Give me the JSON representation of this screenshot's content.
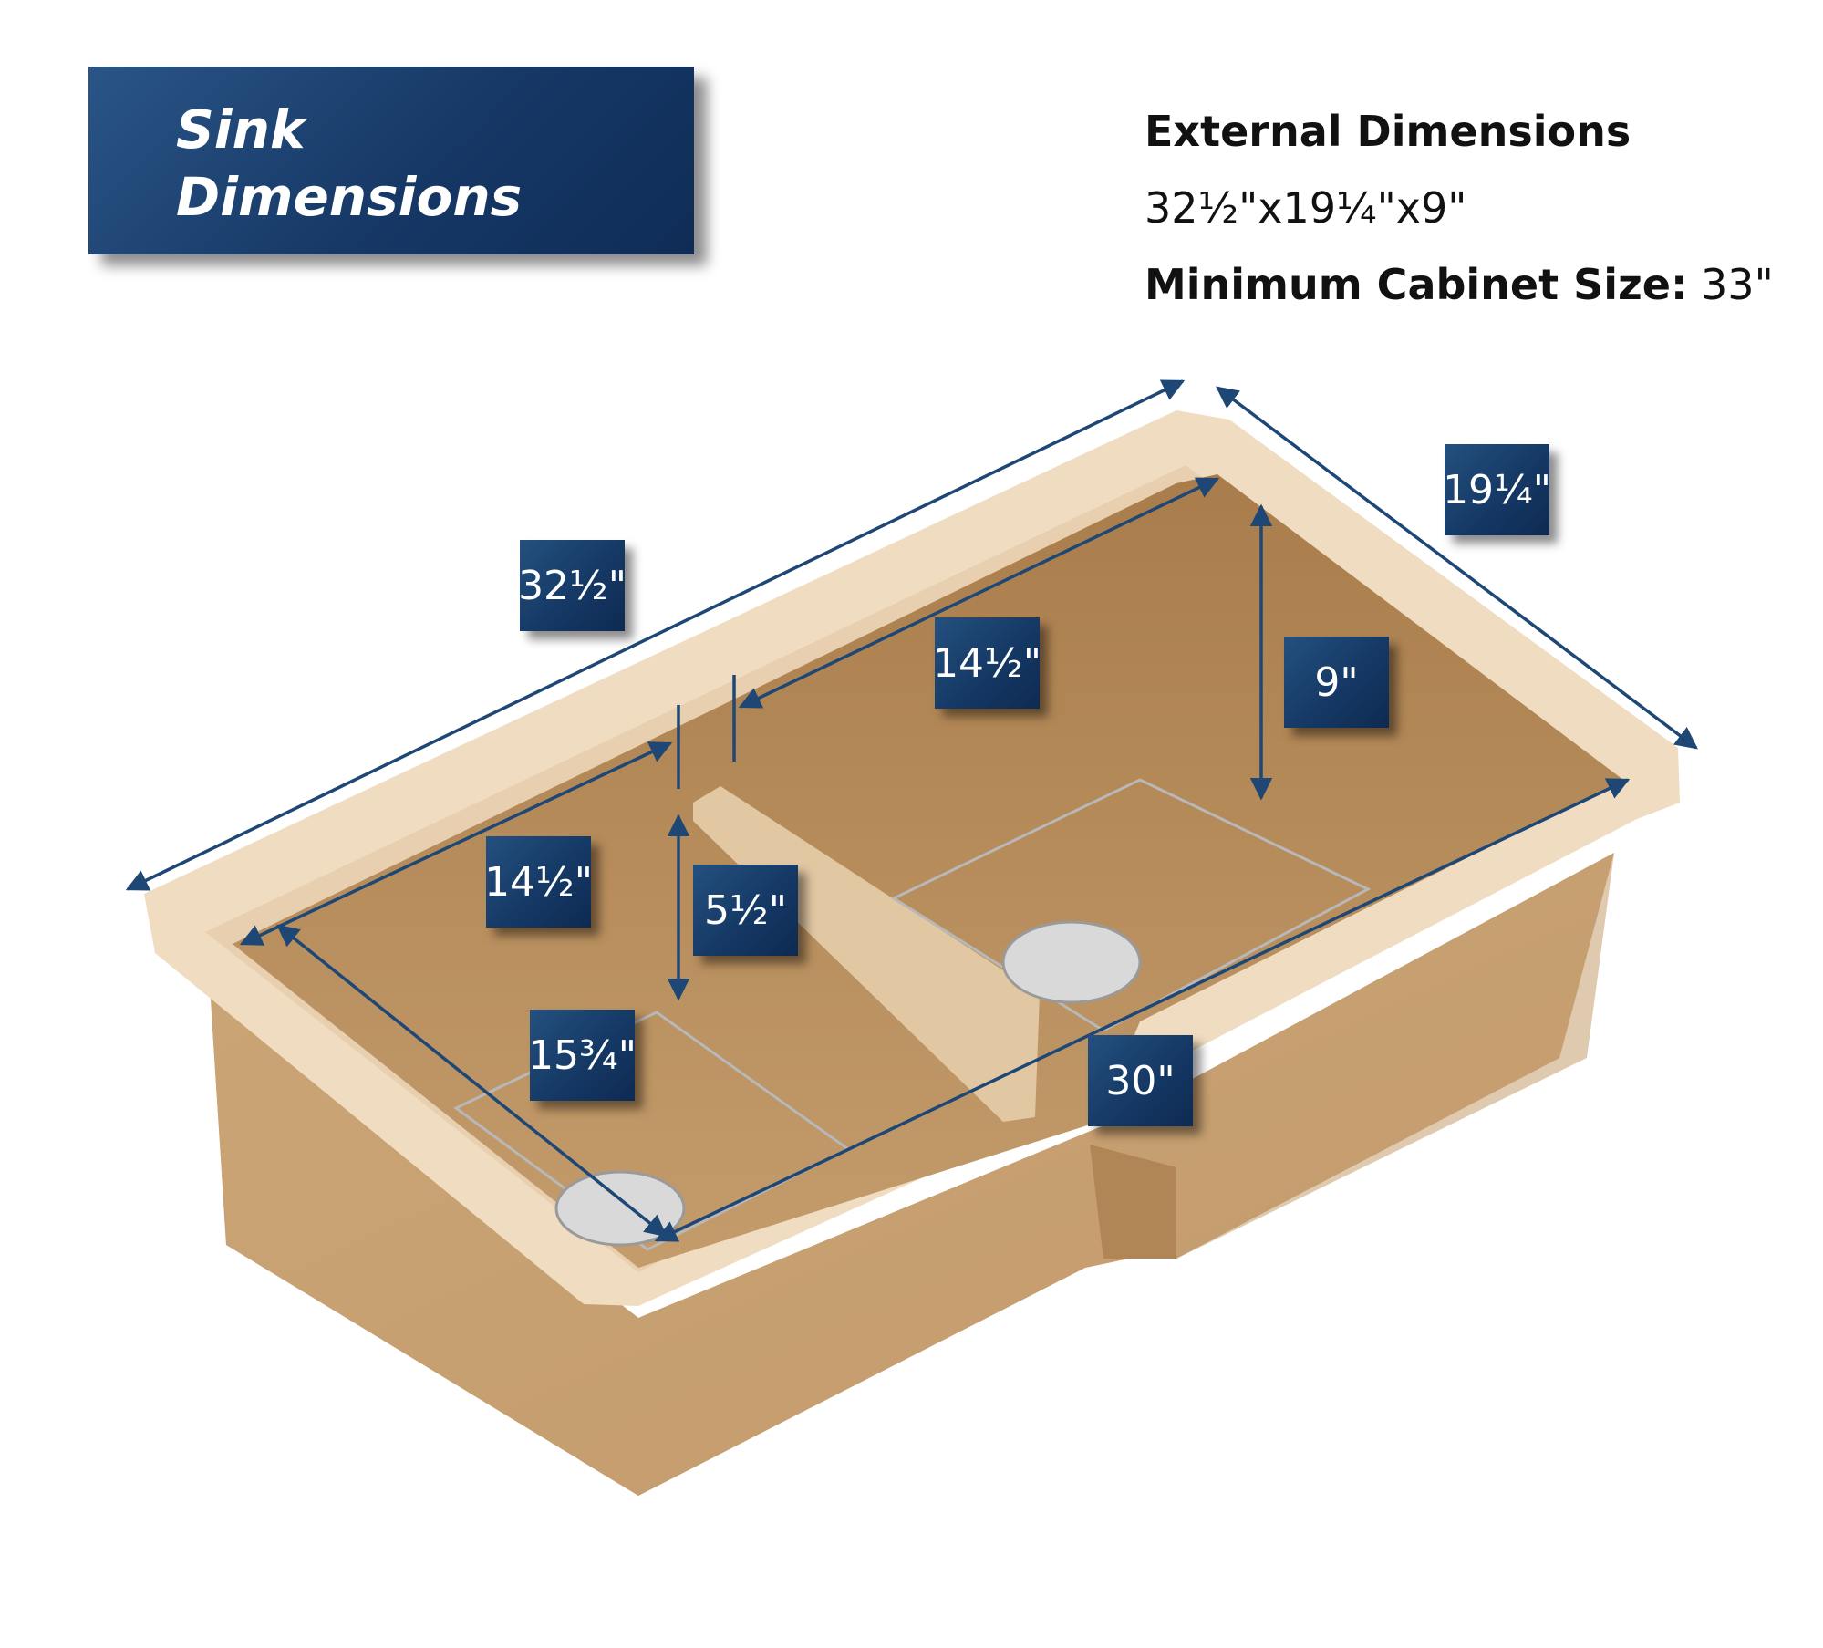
{
  "header": {
    "title_line1": "Sink",
    "title_line2": "Dimensions"
  },
  "specs": {
    "heading": "External Dimensions",
    "external_size": "32½\"x19¼\"x9\"",
    "cabinet_label": "Minimum Cabinet Size:",
    "cabinet_value": "33\""
  },
  "dimensions": {
    "overall_length": "32½\"",
    "overall_width": "19¼\"",
    "right_bowl_length": "14½\"",
    "left_bowl_length": "14½\"",
    "bowl_depth": "9\"",
    "divider_depth": "5½\"",
    "left_bowl_width": "15¾\"",
    "inner_length": "30\""
  },
  "colors": {
    "sink": "#c9a273",
    "rim": "#f0dcc0",
    "label_bg": "#173a66",
    "arrow": "#1e4775"
  }
}
